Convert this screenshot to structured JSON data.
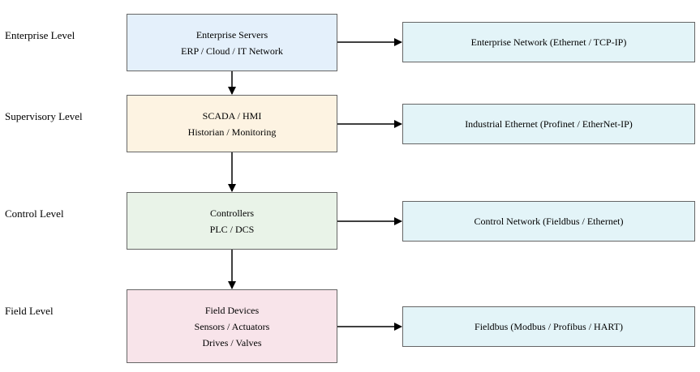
{
  "levels": [
    {
      "label": "Enterprise Level",
      "node": {
        "lines": [
          "Enterprise Servers",
          "ERP / Cloud / IT Network"
        ],
        "fill": "#e4f0fb"
      },
      "network": "Enterprise Network (Ethernet / TCP-IP)"
    },
    {
      "label": "Supervisory Level",
      "node": {
        "lines": [
          "SCADA / HMI",
          "Historian / Monitoring"
        ],
        "fill": "#fdf3e2"
      },
      "network": "Industrial Ethernet (Profinet / EtherNet-IP)"
    },
    {
      "label": "Control Level",
      "node": {
        "lines": [
          "Controllers",
          "PLC / DCS"
        ],
        "fill": "#e9f3e8"
      },
      "network": "Control Network (Fieldbus / Ethernet)"
    },
    {
      "label": "Field Level",
      "node": {
        "lines": [
          "Field Devices",
          "Sensors / Actuators",
          "Drives / Valves"
        ],
        "fill": "#f8e4ea"
      },
      "network": "Fieldbus (Modbus / Profibus / HART)"
    }
  ],
  "colors": {
    "network_fill": "#e3f4f8",
    "border": "#666666",
    "arrow": "#000000"
  }
}
